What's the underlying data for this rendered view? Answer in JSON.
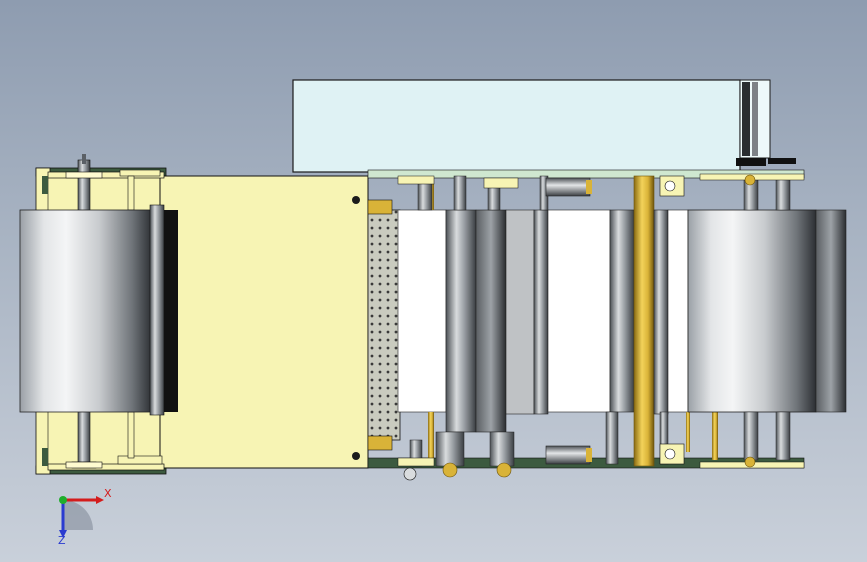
{
  "view": {
    "type": "cad-assembly-top-view",
    "background_top": "#8e9cb0",
    "background_bottom": "#c9d0da"
  },
  "triad": {
    "x_label": "X",
    "z_label": "Z",
    "x_color": "#d41c1c",
    "y_color": "#1fae2c",
    "z_color": "#2a3bd0"
  },
  "materials": {
    "frame_plate": "#f7f4b4",
    "brass": "#d9b338",
    "housing_panel": "#dff2f4",
    "roller_face": "#ffffff",
    "dark_edge": "#1b1b1b",
    "green_plate": "#3c5a3f"
  },
  "components": [
    "unwind-roller-left",
    "frame-plate",
    "perforated-plate",
    "drive-roller-set",
    "control-housing",
    "rewind-roller-right"
  ]
}
